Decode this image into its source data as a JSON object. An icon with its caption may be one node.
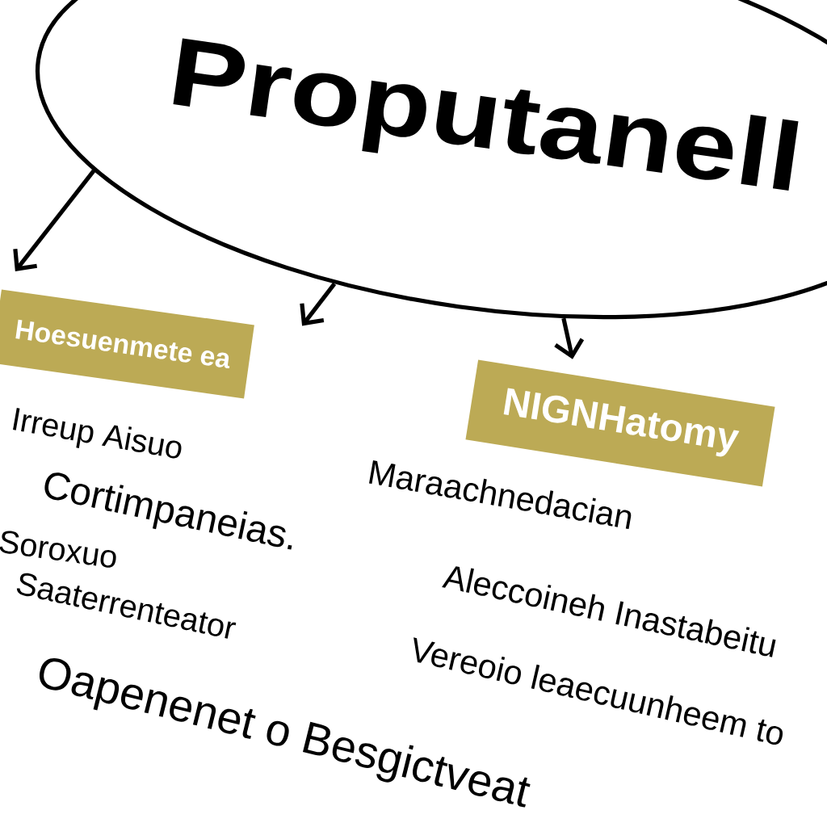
{
  "diagram": {
    "nodes": [
      {
        "text": [
          "Proputanell"
        ]
      },
      {
        "text": [
          "Hoesuenmete ea"
        ]
      },
      {
        "text": [
          "NIGNHatomy"
        ]
      }
    ],
    "edges": [
      {
        "from": 0,
        "to": 1,
        "arrow": "to"
      },
      {
        "from": 0,
        "to": null,
        "arrow": "to"
      },
      {
        "from": 0,
        "to": 2,
        "arrow": "to"
      }
    ],
    "labels": [
      "Irreup Aisuo",
      "Cortimpaneias.",
      "Soroxuo",
      "Saaterrenteator",
      "Maraachnedacian",
      "Aleccoineh Inastabeitu",
      "Vereoio leaecuunheem to",
      "Oapenenet o Besgictveat"
    ]
  }
}
